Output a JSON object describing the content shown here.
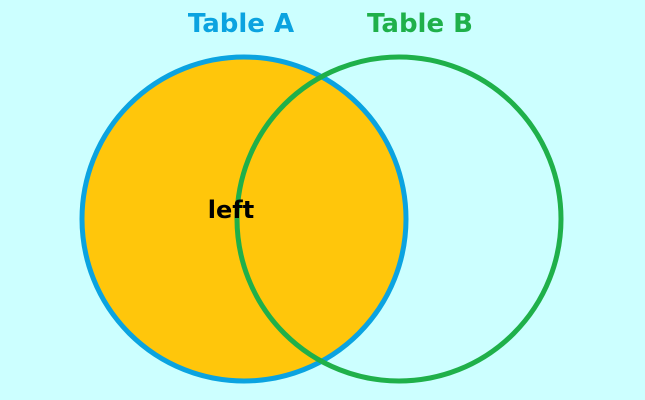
{
  "diagram": {
    "background_color": "#ccffff",
    "set_a": {
      "label": "Table A",
      "color": "#0ba3e0",
      "fill_color": "#ffc60b",
      "highlighted": true
    },
    "set_b": {
      "label": "Table B",
      "color": "#1fb04a",
      "fill_color": "#ccffff",
      "highlighted": false
    },
    "region_label": {
      "text": "left",
      "color": "#000000"
    }
  }
}
